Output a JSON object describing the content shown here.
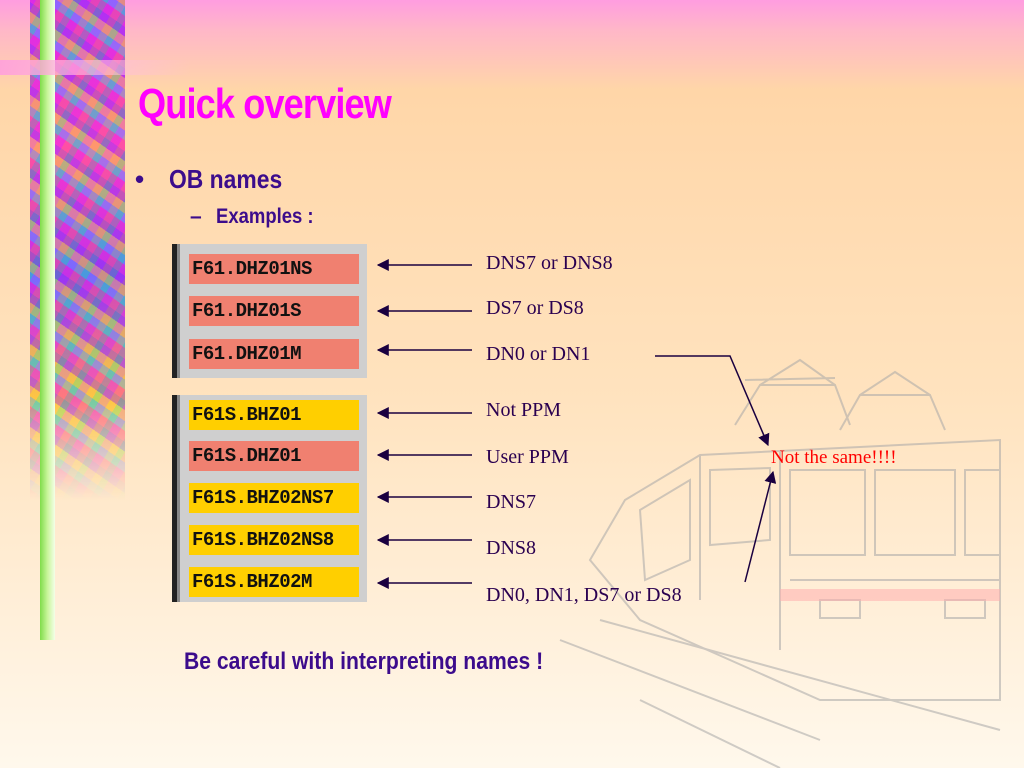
{
  "slide": {
    "title": "Quick overview",
    "bullet": "OB names",
    "sub_bullet": "Examples :",
    "group1": [
      "F61.DHZ01NS",
      "F61.DHZ01S",
      "F61.DHZ01M"
    ],
    "group2": [
      "F61S.BHZ01",
      "F61S.DHZ01",
      "F61S.BHZ02NS7",
      "F61S.BHZ02NS8",
      "F61S.BHZ02M"
    ],
    "notes1": [
      "DNS7 or DNS8",
      "DS7 or DS8",
      "DN0 or DN1"
    ],
    "notes2": [
      "Not PPM",
      "User PPM",
      "DNS7",
      "DNS8",
      "DN0, DN1, DS7 or DS8"
    ],
    "warning": "Not the same!!!!",
    "footer": "Be careful with interpreting names !"
  },
  "colors": {
    "title": "#ff00ff",
    "body": "#3c0c8c",
    "item_salmon": "#f08070",
    "item_yellow": "#ffcf00",
    "warning": "#ff0000"
  },
  "icons": [
    "bullet-dot",
    "dash",
    "left-arrow",
    "train-illustration"
  ]
}
